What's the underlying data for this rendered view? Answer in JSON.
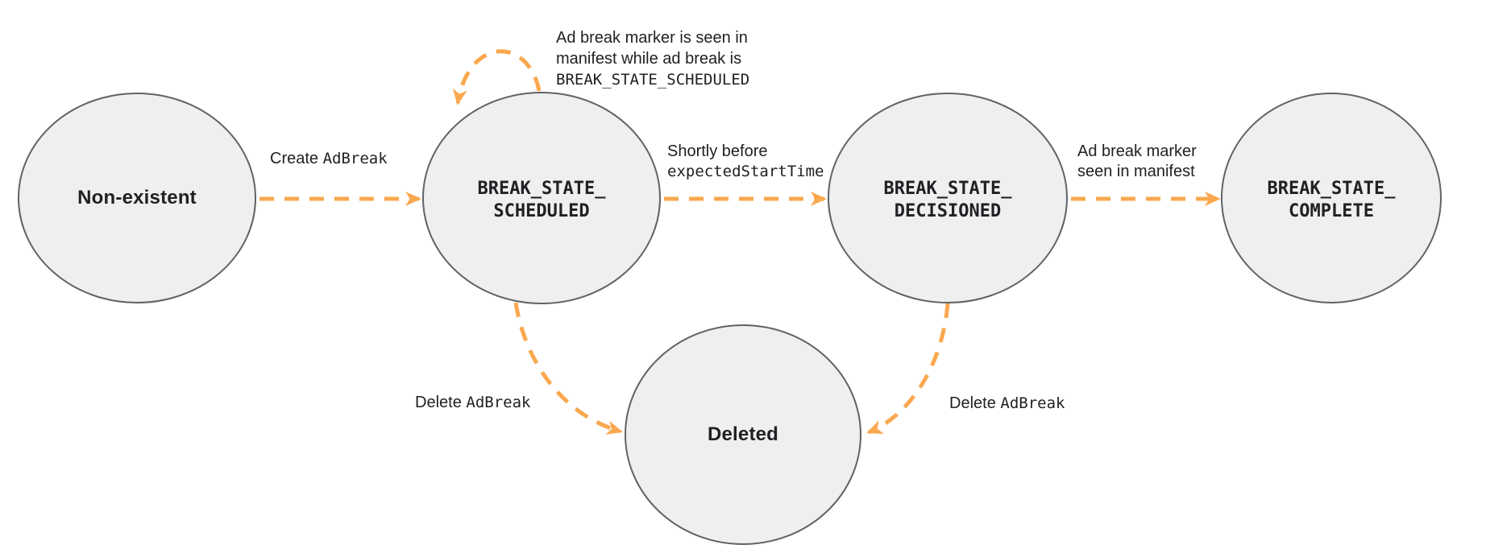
{
  "colors": {
    "arrow": "#F9A84F",
    "node_fill": "#EFEFEF",
    "node_border": "#5F6368",
    "text": "#202124"
  },
  "states": [
    {
      "name": "non-existent",
      "label": "Non-existent"
    },
    {
      "name": "break-state-scheduled",
      "line1": "BREAK_STATE_",
      "line2": "SCHEDULED"
    },
    {
      "name": "break-state-decisioned",
      "line1": "BREAK_STATE_",
      "line2": "DECISIONED"
    },
    {
      "name": "break-state-complete",
      "line1": "BREAK_STATE_",
      "line2": "COMPLETE"
    },
    {
      "name": "deleted",
      "label": "Deleted"
    }
  ],
  "transitions": {
    "create": {
      "text": "Create ",
      "code": "AdBreak"
    },
    "loop": {
      "line1": "Ad break marker is seen in",
      "line2": "manifest while ad break is",
      "code": "BREAK_STATE_SCHEDULED"
    },
    "decision": {
      "text": "Shortly before",
      "code": "expectedStartTime"
    },
    "complete": {
      "line1": "Ad break marker",
      "line2": "seen in manifest"
    },
    "delete_scheduled": {
      "text": "Delete ",
      "code": "AdBreak"
    },
    "delete_decisioned": {
      "text": "Delete ",
      "code": "AdBreak"
    }
  }
}
